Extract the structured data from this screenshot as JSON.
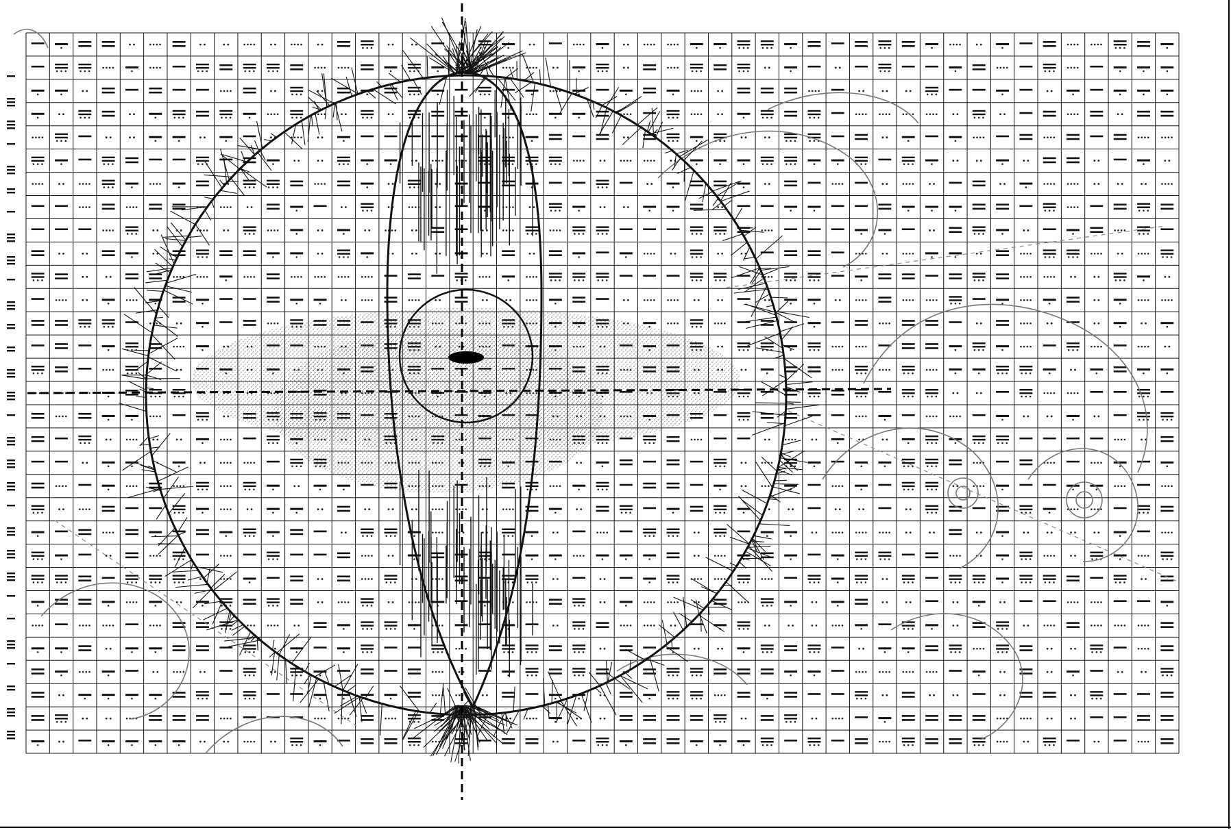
{
  "artwork": {
    "kind": "abstract grid drawing",
    "grid": {
      "columns": 49,
      "rows": 31
    },
    "colors": {
      "ink": "#111111",
      "paper": "#ffffff",
      "doodle": "#777777"
    },
    "elements": [
      "grid-of-marks",
      "large-circle",
      "vertical-seed-shape",
      "central-small-circle",
      "central-eye",
      "stippled-halo",
      "spiky-fringe",
      "vertical-dashed-axis",
      "horizontal-dashed-axis",
      "swirl-doodles",
      "left-edge-tally-marks"
    ]
  }
}
